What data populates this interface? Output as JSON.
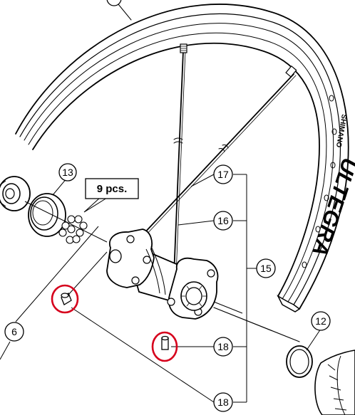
{
  "diagram": {
    "callouts": {
      "c13": "13",
      "c17": "17",
      "c16": "16",
      "c15": "15",
      "c6": "6",
      "c12": "12",
      "c18a": "18",
      "c18b": "18"
    },
    "pieces_label": "9 pcs.",
    "rim_brand": "SHIMANO",
    "rim_model": "ULTEGRA",
    "highlight_color": "#d6001c"
  }
}
